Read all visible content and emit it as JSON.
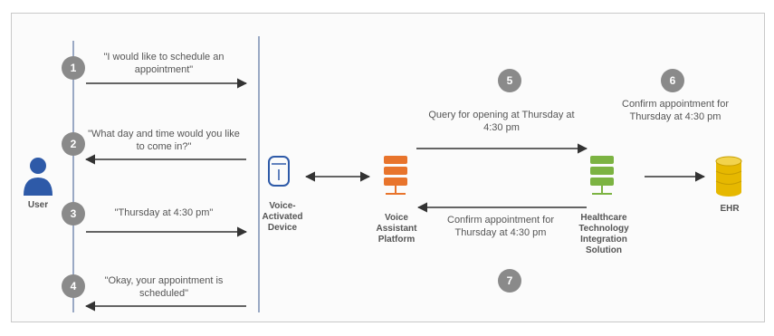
{
  "actors": {
    "user": {
      "label": "User",
      "icon": "user-icon",
      "color": "#2e5aa8"
    },
    "device": {
      "label": "Voice-\nActivated\nDevice",
      "icon": "smart-speaker-icon",
      "color": "#2e5aa8"
    },
    "platform": {
      "label": "Voice\nAssistant\nPlatform",
      "icon": "server-stack-icon",
      "color": "#e8742c"
    },
    "integration": {
      "label": "Healthcare\nTechnology\nIntegration\nSolution",
      "icon": "server-stack-icon",
      "color": "#7cb342"
    },
    "ehr": {
      "label": "EHR",
      "icon": "database-icon",
      "color": "#e6b800"
    }
  },
  "dialogue": [
    {
      "step": "1",
      "text": "\"I would like to schedule an appointment\""
    },
    {
      "step": "2",
      "text": "\"What day and time would you like to come in?\""
    },
    {
      "step": "3",
      "text": "\"Thursday at 4:30 pm\""
    },
    {
      "step": "4",
      "text": "\"Okay, your appointment is scheduled\""
    }
  ],
  "flows": {
    "query": {
      "step": "5",
      "text": "Query for opening at Thursday at 4:30 pm"
    },
    "confirm_ehr": {
      "step": "6",
      "text": "Confirm appointment for Thursday at 4:30 pm"
    },
    "confirm_back": {
      "step": "7",
      "text": "Confirm appointment for Thursday at 4:30 pm"
    }
  },
  "colors": {
    "arrow": "#333333",
    "step_circle": "#8a8a8a",
    "lifeline": "#9aa9c4"
  }
}
